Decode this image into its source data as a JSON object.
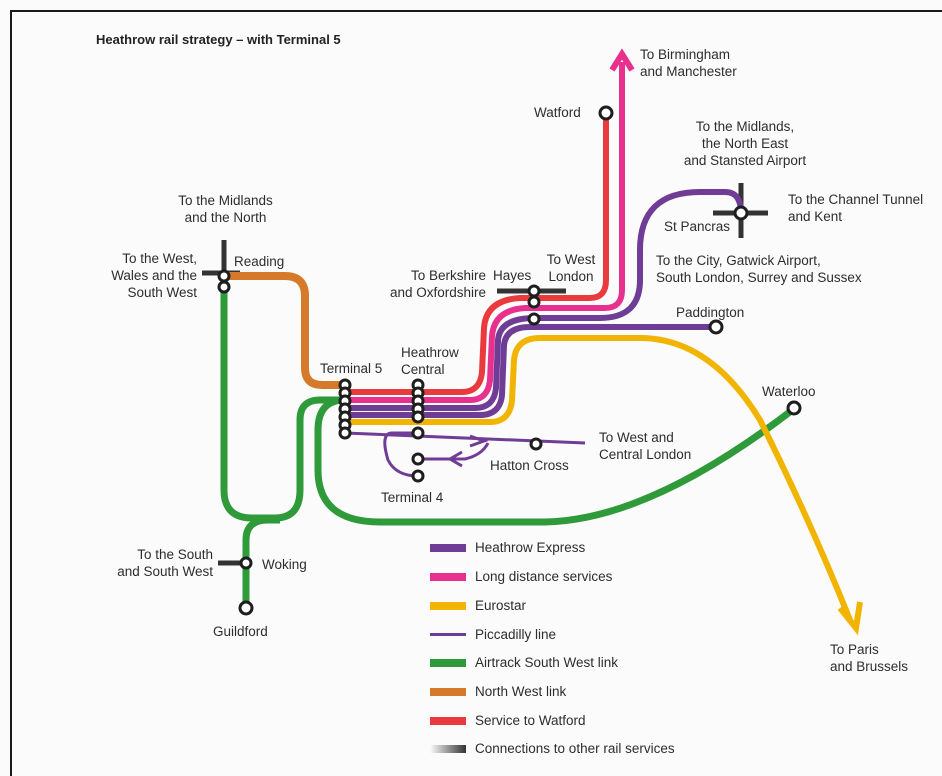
{
  "title": "Heathrow rail strategy – with Terminal 5",
  "colors": {
    "heathrow_express": "#6f3c96",
    "long_distance": "#e8318f",
    "eurostar": "#f1b400",
    "piccadilly": "#6f3c96",
    "airtrack": "#2f9a3a",
    "north_west": "#d47a2a",
    "watford": "#e93a3e",
    "connection": "#333333"
  },
  "labels": {
    "birmingham": "To Birmingham\nand Manchester",
    "watford": "Watford",
    "midlands_ne": "To the Midlands,\nthe North East\nand Stansted Airport",
    "channel": "To the Channel Tunnel\nand Kent",
    "st_pancras": "St Pancras",
    "city": "To the City, Gatwick Airport,\nSouth London, Surrey and Sussex",
    "midlands_north": "To the Midlands\nand the North",
    "west_wales": "To the West,\nWales and the\nSouth West",
    "reading": "Reading",
    "berkshire": "To Berkshire\nand Oxfordshire",
    "hayes": "Hayes",
    "west_london": "To West\nLondon",
    "paddington": "Paddington",
    "terminal5": "Terminal 5",
    "heathrow_central": "Heathrow\nCentral",
    "waterloo": "Waterloo",
    "west_central": "To West and\nCentral London",
    "hatton_cross": "Hatton Cross",
    "terminal4": "Terminal 4",
    "south": "To the South\nand South West",
    "woking": "Woking",
    "guildford": "Guildford",
    "paris": "To Paris\nand Brussels"
  },
  "legend": [
    {
      "label": "Heathrow Express",
      "color": "#6f3c96",
      "style": "thick"
    },
    {
      "label": "Long distance services",
      "color": "#e8318f",
      "style": "thick"
    },
    {
      "label": "Eurostar",
      "color": "#f1b400",
      "style": "thick"
    },
    {
      "label": "Piccadilly line",
      "color": "#6f3c96",
      "style": "thin"
    },
    {
      "label": "Airtrack South West link",
      "color": "#2f9a3a",
      "style": "thick"
    },
    {
      "label": "North West link",
      "color": "#d47a2a",
      "style": "thick"
    },
    {
      "label": "Service to Watford",
      "color": "#e93a3e",
      "style": "thick"
    },
    {
      "label": "Connections to other rail services",
      "color": "#333333",
      "style": "connection"
    }
  ]
}
